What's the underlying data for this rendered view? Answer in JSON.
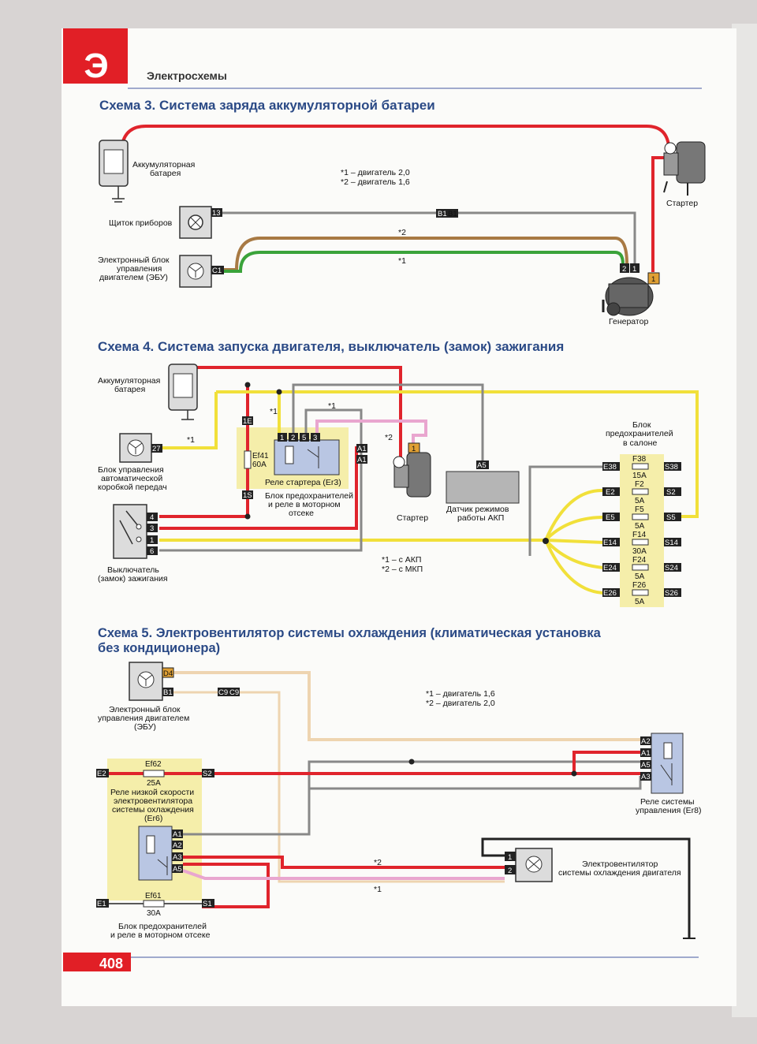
{
  "header": {
    "badge_letter": "Э",
    "section": "Электросхемы",
    "page_number": "408"
  },
  "scheme3": {
    "title": "Схема 3. Система заряда аккумуляторной батареи",
    "battery_l1": "Аккумуляторная",
    "battery_l2": "батарея",
    "note1": "*1 – двигатель 2,0",
    "note2": "*2 – двигатель 1,6",
    "instrument_panel": "Щиток приборов",
    "ecu_l1": "Электронный блок",
    "ecu_l2": "управления",
    "ecu_l3": "двигателем (ЭБУ)",
    "starter": "Стартер",
    "generator": "Генератор",
    "pin_13": "13",
    "pin_c1": "C1",
    "pin_b1": "B1",
    "pin_2": "2",
    "pin_1": "1",
    "pin_1b": "1",
    "wire_note2": "*2",
    "wire_note1": "*1"
  },
  "scheme4": {
    "title": "Схема 4. Система запуска двигателя, выключатель (замок) зажигания",
    "battery_l1": "Аккумуляторная",
    "battery_l2": "батарея",
    "akp_l1": "Блок управления",
    "akp_l2": "автоматической",
    "akp_l3": "коробкой передач",
    "switch_l1": "Выключатель",
    "switch_l2": "(замок) зажигания",
    "relay_starter": "Реле стартера (Er3)",
    "fuse_block_l1": "Блок предохранителей",
    "fuse_block_l2": "и реле в моторном",
    "fuse_block_l3": "отсеке",
    "starter": "Стартер",
    "sensor_l1": "Датчик режимов",
    "sensor_l2": "работы АКП",
    "cabin_block_l1": "Блок",
    "cabin_block_l2": "предохранителей",
    "cabin_block_l3": "в салоне",
    "note1": "*1 – с АКП",
    "note2": "*2 – с МКП",
    "fuse_ef41": "Ef41",
    "fuse_ef41_a": "60A",
    "pin_27": "27",
    "pin_1e": "1E",
    "pin_1s": "1S",
    "pin_a1": "A1",
    "pin_a5": "A5",
    "relay_pins": [
      "1",
      "2",
      "5",
      "3"
    ],
    "switch_pins": [
      "4",
      "3",
      "1",
      "6"
    ],
    "wire_notes": [
      "*1",
      "*1",
      "*2",
      "*1"
    ],
    "fuses": [
      {
        "left": "E38",
        "name": "F38",
        "amp": "15A",
        "right": "S38"
      },
      {
        "left": "E2",
        "name": "F2",
        "amp": "5A",
        "right": "S2"
      },
      {
        "left": "E5",
        "name": "F5",
        "amp": "5A",
        "right": "S5"
      },
      {
        "left": "E14",
        "name": "F14",
        "amp": "30A",
        "right": "S14"
      },
      {
        "left": "E24",
        "name": "F24",
        "amp": "5A",
        "right": "S24"
      },
      {
        "left": "E26",
        "name": "F26",
        "amp": "5A",
        "right": "S26"
      }
    ]
  },
  "scheme5": {
    "title_l1": "Схема 5. Электровентилятор системы охлаждения (климатическая установка",
    "title_l2": "без кондиционера)",
    "ecu_l1": "Электронный блок",
    "ecu_l2": "управления двигателем",
    "ecu_l3": "(ЭБУ)",
    "note1": "*1 – двигатель 1,6",
    "note2": "*2 – двигатель 2,0",
    "pin_d4": "D4",
    "pin_b1": "B1",
    "pin_c9": "C9",
    "fuse_ef62": "Ef62",
    "fuse_ef62_a": "25A",
    "fuse_ef61": "Ef61",
    "fuse_ef61_a": "30A",
    "pin_e2": "E2",
    "pin_s2": "S2",
    "pin_e1": "E1",
    "pin_s1": "S1",
    "relay_low_l1": "Реле низкой скорости",
    "relay_low_l2": "электровентилятора",
    "relay_low_l3": "системы охлаждения",
    "relay_low_l4": "(Er6)",
    "relay_low_pins": [
      "A1",
      "A2",
      "A3",
      "A5"
    ],
    "relay_ctrl_pins": [
      "A2",
      "A1",
      "A5",
      "A3"
    ],
    "relay_ctrl_l1": "Реле системы",
    "relay_ctrl_l2": "управления (Er8)",
    "fan_l1": "Электровентилятор",
    "fan_l2": "системы охлаждения двигателя",
    "fan_pin1": "1",
    "fan_pin2": "2",
    "fuse_block_l1": "Блок предохранителей",
    "fuse_block_l2": "и реле в моторном отсеке",
    "wire_note2": "*2",
    "wire_note1": "*1"
  },
  "colors": {
    "red_wire": "#e0242c",
    "yellow_wire": "#f1e03a",
    "green_wire": "#3aa33a",
    "brown_wire": "#a87a44",
    "pink_wire": "#e9a6cf",
    "grey_wire": "#8a8a8a",
    "title_blue": "#2b4a86",
    "tab_red": "#e11f26",
    "zone_yellow": "#f5eeaa"
  }
}
